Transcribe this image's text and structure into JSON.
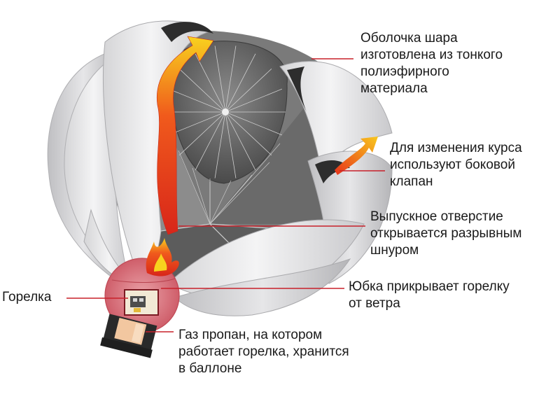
{
  "labels": {
    "envelope": [
      "Оболочка шара",
      "изготовлена из тонкого",
      "полиэфирного",
      "материала"
    ],
    "side_valve": [
      "Для изменения курса",
      "используют боковой",
      "клапан"
    ],
    "vent": [
      "Выпускное отверстие",
      "открывается разрывным",
      "шнуром"
    ],
    "skirt": [
      "Юбка прикрывает горелку",
      "от ветра"
    ],
    "burner": [
      "Горелка"
    ],
    "propane": [
      "Газ пропан, на котором",
      "работает горелка, хранится",
      "в баллоне"
    ]
  },
  "colors": {
    "leader_line": "#c8202a",
    "skirt_fill": "#d9737d",
    "envelope_panel": "#e9e9ea",
    "inner_panel": "#6b6b6b",
    "flame_start": "#f7d21e",
    "flame_end": "#e8321a",
    "basket": "#2a2a2a",
    "tank": "#f2c7a0"
  },
  "icons": [
    "flame-arrow-icon",
    "side-valve-arrow-icon",
    "burner-flame-icon"
  ]
}
